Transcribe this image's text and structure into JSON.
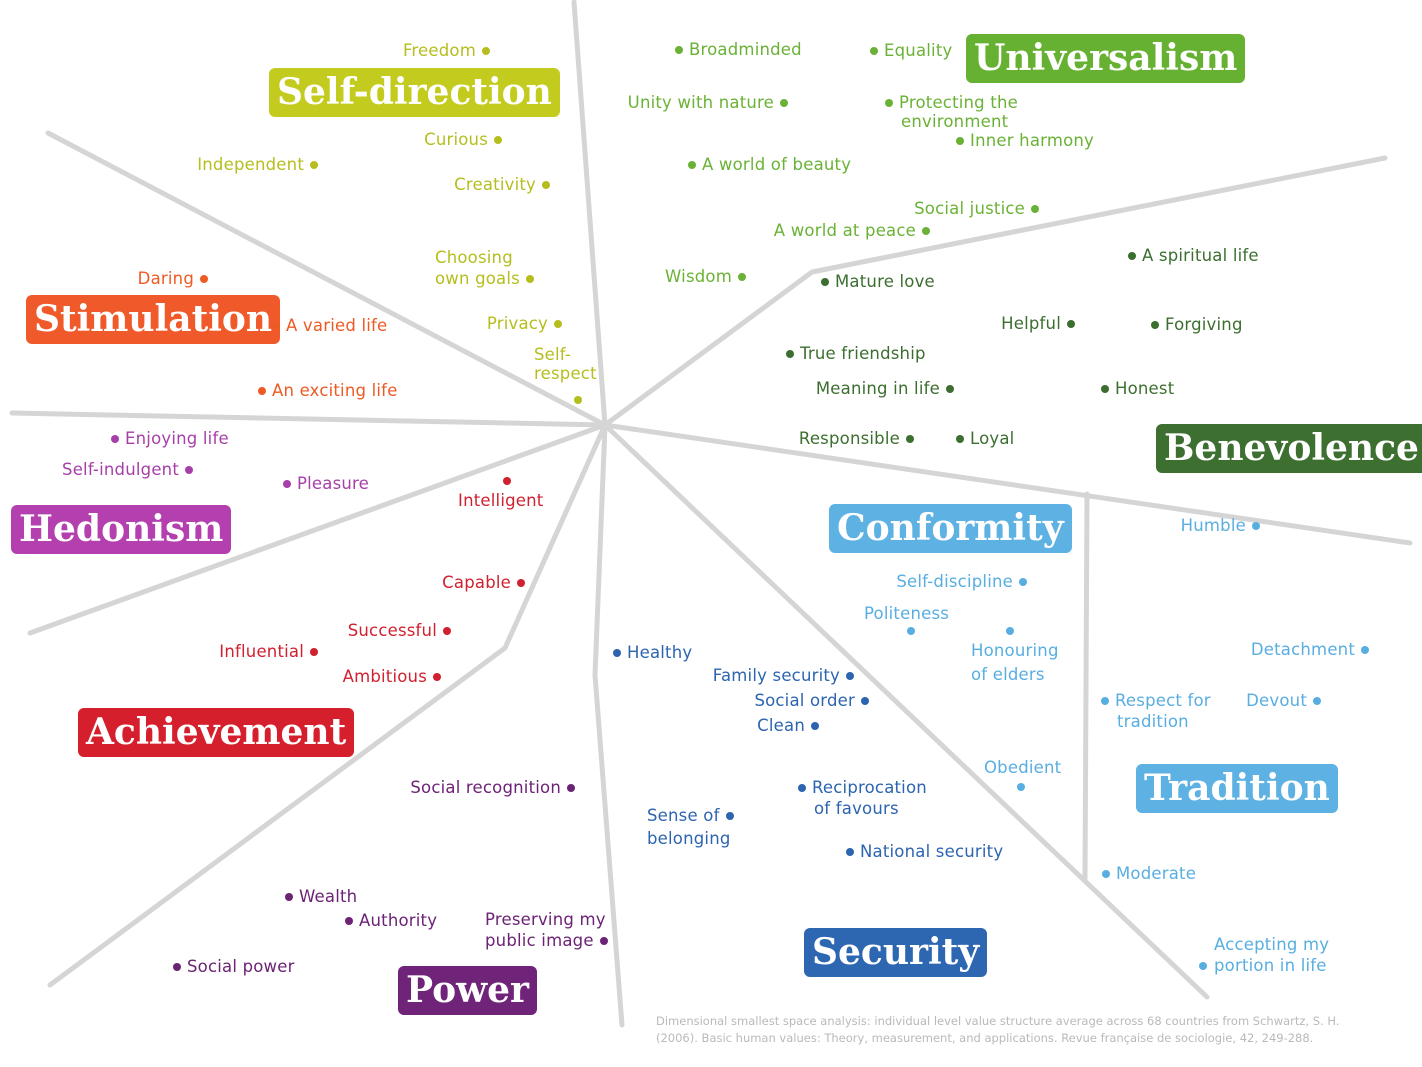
{
  "colors": {
    "self_direction": "#c3cc1e",
    "stimulation": "#f0592a",
    "hedonism": "#b43fae",
    "achievement": "#d51f2c",
    "power": "#6f2379",
    "security": "#2e67b1",
    "conformity": "#5eb1e3",
    "tradition": "#5eb1e3",
    "benevolence": "#3d6f30",
    "universalism": "#66b132",
    "lines": "#d5d5d5"
  },
  "categories": {
    "self_direction": "Self-direction",
    "stimulation": "Stimulation",
    "hedonism": "Hedonism",
    "achievement": "Achievement",
    "power": "Power",
    "security": "Security",
    "conformity": "Conformity",
    "tradition": "Tradition",
    "benevolence": "Benevolence",
    "universalism": "Universalism"
  },
  "values": {
    "self_direction": [
      "Freedom",
      "Curious",
      "Independent",
      "Creativity",
      "Choosing",
      "own goals",
      "Privacy",
      "Self-",
      "respect"
    ],
    "stimulation": [
      "Daring",
      "A varied life",
      "An exciting life"
    ],
    "hedonism": [
      "Enjoying life",
      "Self-indulgent",
      "Pleasure"
    ],
    "achievement": [
      "Intelligent",
      "Capable",
      "Successful",
      "Influential",
      "Ambitious"
    ],
    "power": [
      "Social recognition",
      "Wealth",
      "Authority",
      "Preserving my",
      "public image",
      "Social power"
    ],
    "security": [
      "Healthy",
      "Family security",
      "Social order",
      "Clean",
      "Reciprocation",
      "of favours",
      "Sense of",
      "belonging",
      "National security"
    ],
    "conformity": [
      "Self-discipline",
      "Politeness",
      "Honouring",
      "of elders",
      "Obedient"
    ],
    "tradition": [
      "Humble",
      "Detachment",
      "Respect for",
      "tradition",
      "Devout",
      "Moderate",
      "Accepting my",
      "portion in life"
    ],
    "benevolence": [
      "A spiritual life",
      "Mature love",
      "Helpful",
      "Forgiving",
      "True friendship",
      "Meaning in life",
      "Honest",
      "Responsible",
      "Loyal"
    ],
    "universalism": [
      "Broadminded",
      "Equality",
      "Unity with nature",
      "Protecting the",
      "environment",
      "Inner harmony",
      "A world of beauty",
      "Social justice",
      "A world at peace",
      "Wisdom"
    ]
  },
  "caption": {
    "line1": "Dimensional smallest space analysis: individual level value structure average across 68 countries from Schwartz, S. H.",
    "line2": "(2006). Basic human values: Theory, measurement, and applications. Revue française de sociologie, 42, 249-288."
  }
}
